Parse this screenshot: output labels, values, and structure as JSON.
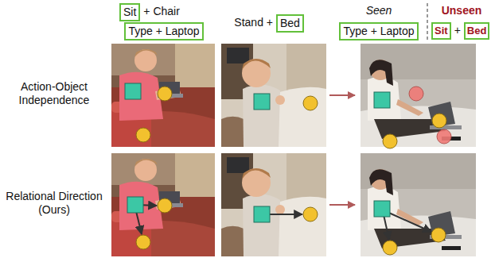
{
  "diagram": {
    "nodes": [
      {
        "text": [
          "Sit"
        ]
      },
      {
        "text": [
          "Type + Laptop"
        ]
      },
      {
        "text": [
          "Bed"
        ]
      },
      {
        "text": [
          "Type + Laptop"
        ]
      },
      {
        "text": [
          "Sit"
        ]
      },
      {
        "text": [
          "Bed"
        ]
      }
    ],
    "labels": [
      "+ Chair",
      "Stand +",
      "Seen",
      "Unseen",
      "+",
      "Action-Object Independence",
      "Relational Direction (Ours)"
    ]
  }
}
